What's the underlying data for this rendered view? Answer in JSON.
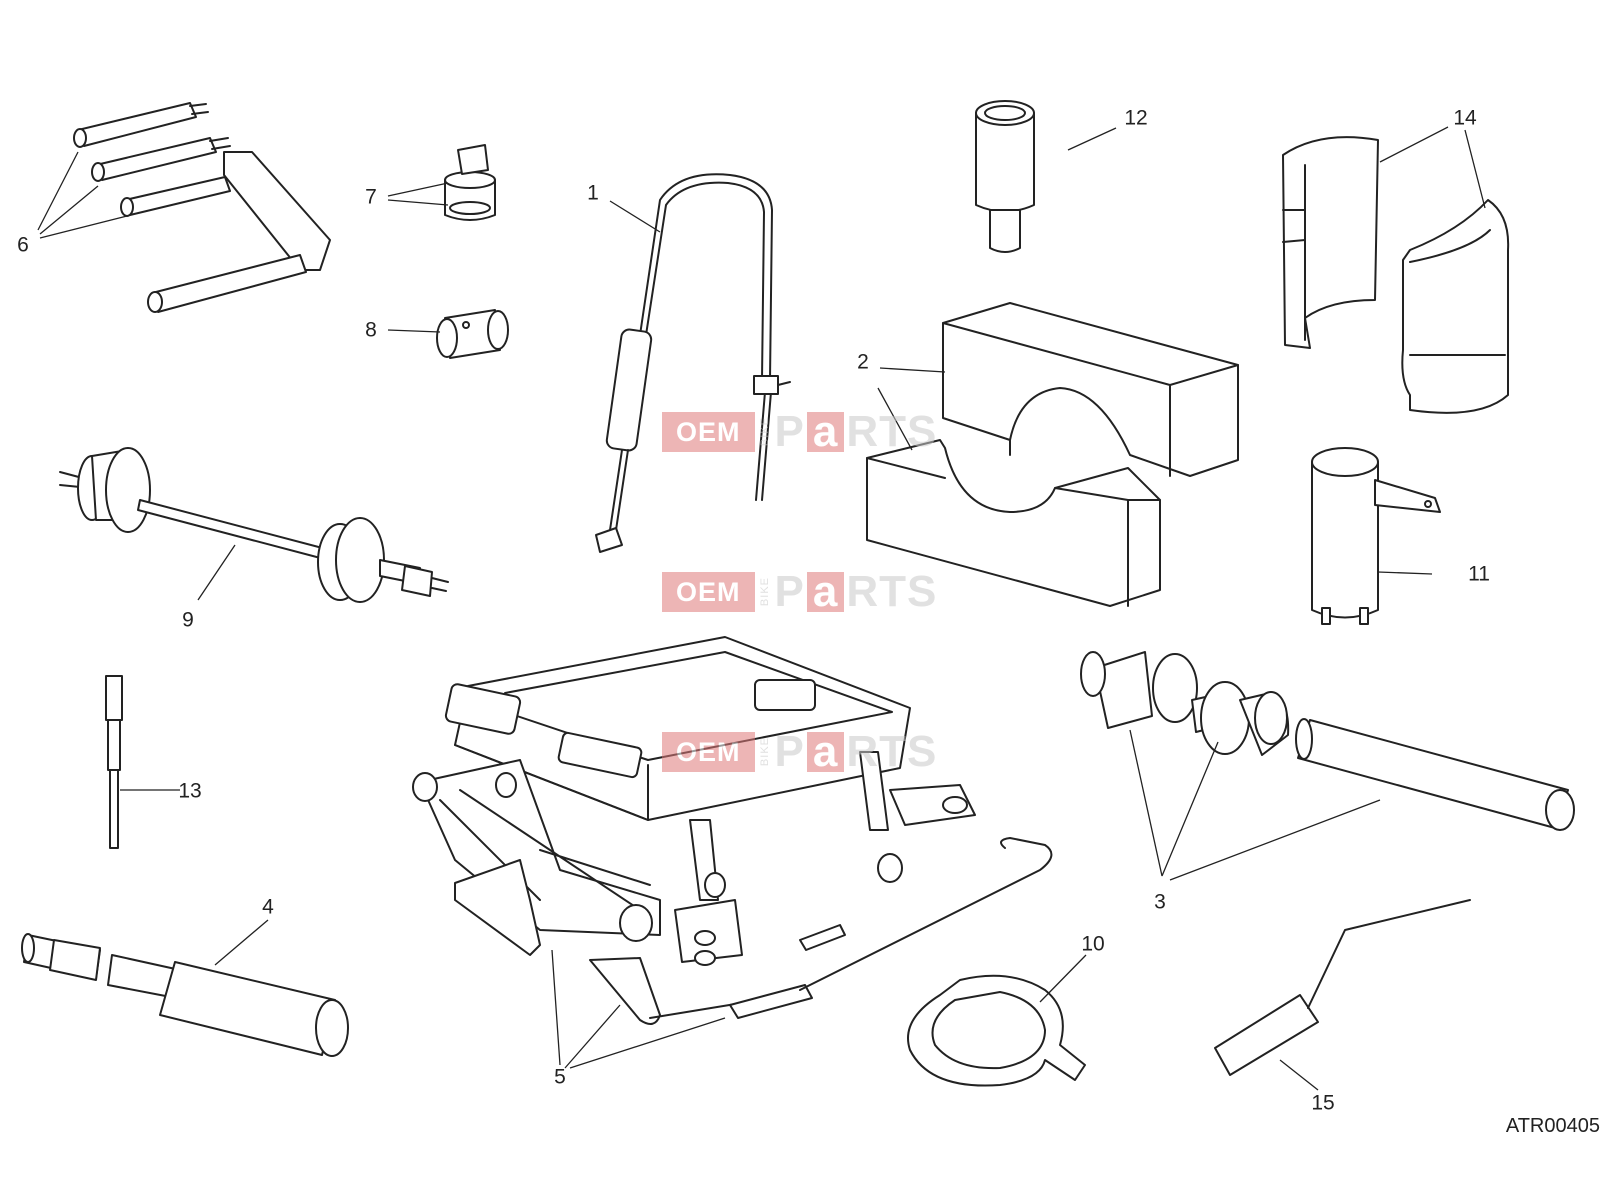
{
  "callouts": [
    {
      "label": "1"
    },
    {
      "label": "2"
    },
    {
      "label": "3"
    },
    {
      "label": "4"
    },
    {
      "label": "5"
    },
    {
      "label": "6"
    },
    {
      "label": "7"
    },
    {
      "label": "8"
    },
    {
      "label": "9"
    },
    {
      "label": "10"
    },
    {
      "label": "11"
    },
    {
      "label": "12"
    },
    {
      "label": "13"
    },
    {
      "label": "14"
    },
    {
      "label": "15"
    }
  ],
  "reference_code": "ATR00405",
  "watermark": {
    "left": "OEM",
    "middle": "BIKE",
    "right_a": "P",
    "right_b": "a",
    "right_c": "RTS"
  },
  "colors": {
    "line": "#222222",
    "watermark_red": "#e07a7a",
    "watermark_grey": "#c9c9c9"
  }
}
